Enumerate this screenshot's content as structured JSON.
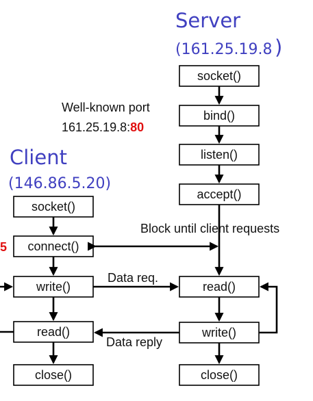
{
  "server": {
    "title": "Server",
    "address": "(161.25.19.8",
    "address_close": ")",
    "boxes": {
      "socket": "socket()",
      "bind": "bind()",
      "listen": "listen()",
      "accept": "accept()",
      "read": "read()",
      "write": "write()",
      "close": "close()"
    },
    "port_note": {
      "line1": "Well-known port",
      "line2": "161.25.19.8:",
      "port": "80"
    }
  },
  "client": {
    "title": "Client",
    "address": "(146.86.5.20)",
    "boxes": {
      "socket": "socket()",
      "connect": "connect()",
      "write": "write()",
      "read": "read()",
      "close": "close()"
    },
    "port_fragment": "5"
  },
  "messages": {
    "block": "Block until client requests",
    "data_req": "Data req.",
    "data_reply": "Data reply"
  },
  "colors": {
    "heading": "#4040c0",
    "port": "#e01010",
    "line": "#000000",
    "box_fill": "#ffffff",
    "text": "#111111"
  }
}
